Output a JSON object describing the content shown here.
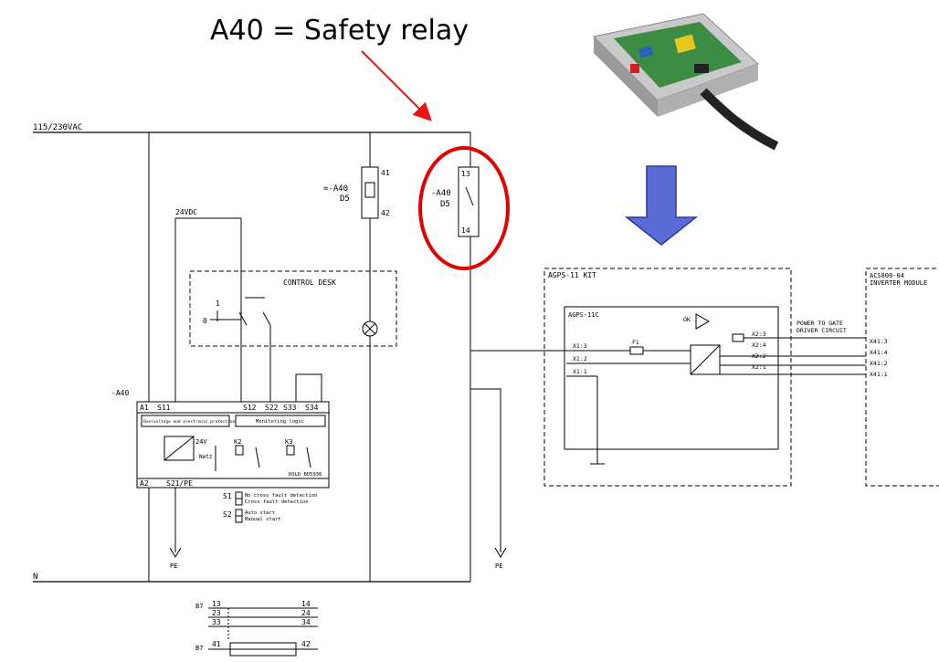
{
  "callout": {
    "text": "A40 = Safety relay",
    "arrow_color": "#ee1111",
    "highlight_color": "#e00000"
  },
  "supply": {
    "top": "115/230VAC",
    "bottom": "N"
  },
  "relay": {
    "designator": "=-A40",
    "location": "D5",
    "coil_top": "41",
    "coil_bottom": "42",
    "contact_top": "13",
    "contact_bottom": "14",
    "contact_designator": "-A40",
    "contact_location": "D5"
  },
  "dc_label": "24VDC",
  "control_desk": "CONTROL DESK",
  "switch_labels": {
    "zero": "0",
    "one": "1"
  },
  "module": {
    "designator": "-A40",
    "terminals_top": [
      "A1",
      "S11",
      "S12",
      "S22",
      "S33",
      "S34"
    ],
    "terminals_bottom": [
      "A2",
      "S21/PE"
    ],
    "box_left": "Overvoltage and electronic protection",
    "box_right": "Monitoring logic",
    "voltage": "24V",
    "netz": "Netz",
    "k2": "K2",
    "k3": "K3",
    "maker": "DOLD BD5936"
  },
  "legend": [
    {
      "key": "S1",
      "lines": [
        "No cross fault detection",
        "Cross fault detection"
      ]
    },
    {
      "key": "S2",
      "lines": [
        "Auto start",
        "Manual start"
      ]
    }
  ],
  "pe": [
    "PE",
    "PE"
  ],
  "contacts": {
    "prefix": "B7",
    "rows": [
      {
        "l": "13",
        "r": "14"
      },
      {
        "l": "23",
        "r": "24"
      },
      {
        "l": "33",
        "r": "34"
      }
    ],
    "row2": {
      "prefix": "B7",
      "l": "41",
      "r": "42"
    }
  },
  "kit": {
    "title": "AGPS-11 KIT",
    "inner": "AGPS-11C",
    "terminals_in": [
      "X1:3",
      "X1:2",
      "X1:1"
    ],
    "fuse": "F1",
    "ok": "OK",
    "terminals_out": [
      "X2:3",
      "X2:4",
      "X2:2",
      "X2:1"
    ],
    "note": [
      "POWER TO GATE",
      "DRIVER CIRCUIT"
    ]
  },
  "inverter": {
    "lines": [
      "ACS800-04",
      "INVERTER MODULE"
    ],
    "terminals": [
      "X41:3",
      "X41:4",
      "X41:2",
      "X41:1"
    ]
  },
  "big_arrow_color": "#5a6bd6",
  "photo_alt": "AGPS board"
}
